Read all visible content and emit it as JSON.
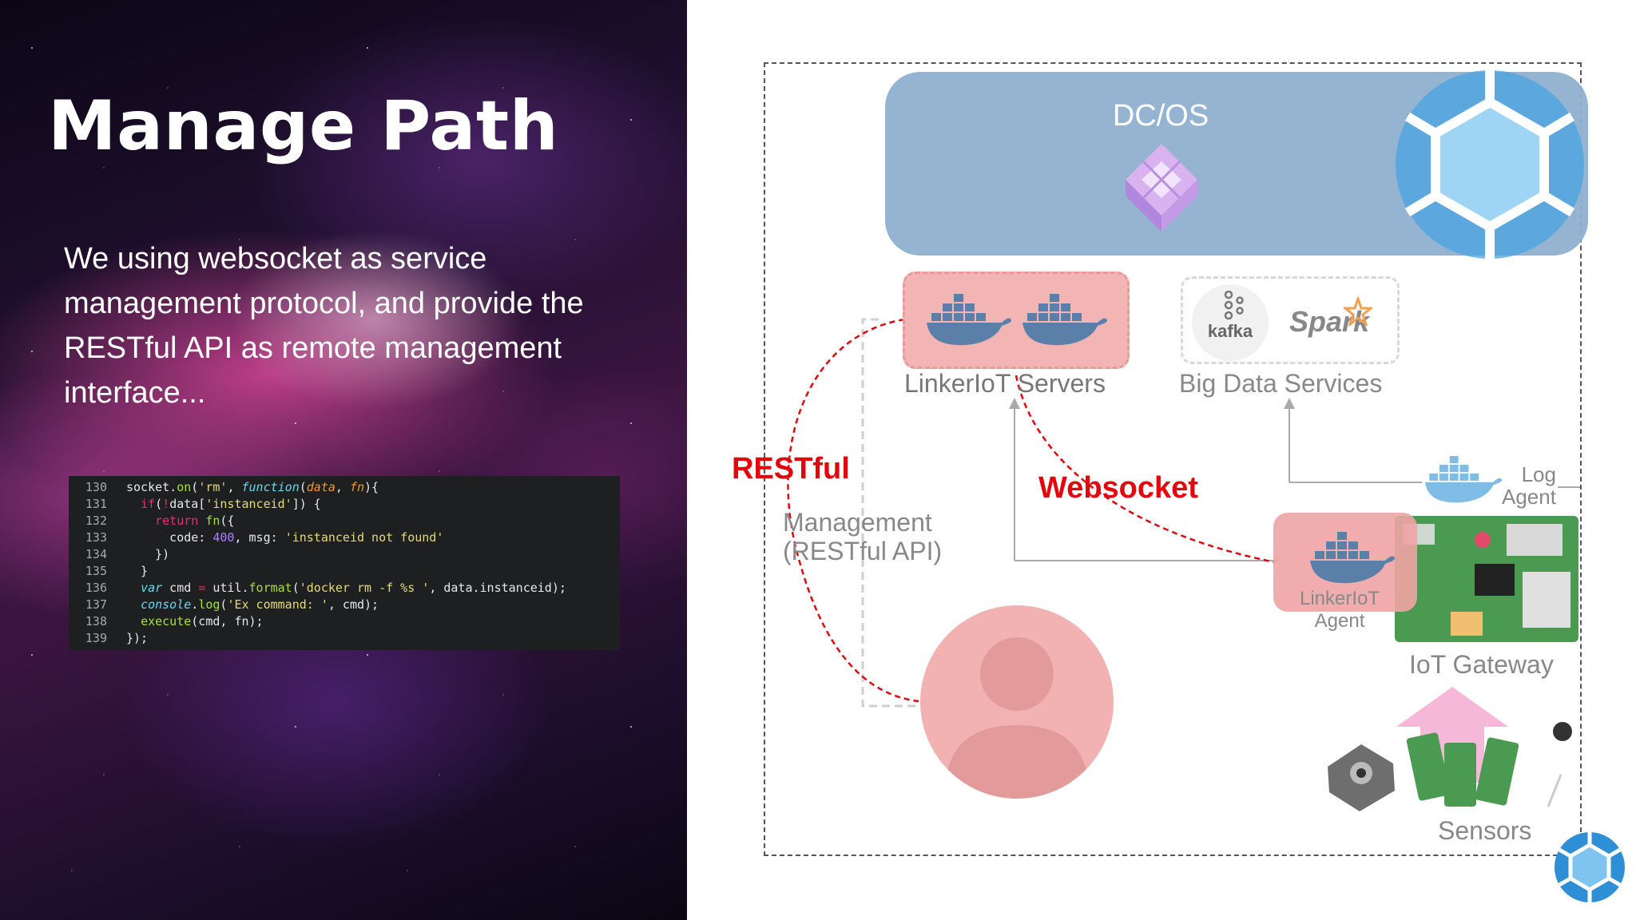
{
  "slide": {
    "title": "Manage Path",
    "description": "We using websocket as service management protocol, and provide the RESTful API as remote management interface..."
  },
  "code": {
    "line_numbers": [
      "130",
      "131",
      "132",
      "133",
      "134",
      "135",
      "136",
      "137",
      "138",
      "139"
    ],
    "lines": [
      "socket.on('rm', function(data, fn){",
      "  if(!data['instanceid']) {",
      "    return fn({",
      "      code: 400, msg: 'instanceid not found'",
      "    })",
      "  }",
      "  var cmd = util.format('docker rm -f %s ', data.instanceid);",
      "  console.log('Ex command: ', cmd);",
      "  execute(cmd, fn);",
      "});"
    ]
  },
  "diagram": {
    "dcos_label": "DC/OS",
    "servers_label": "LinkerIoT Servers",
    "kafka_label": "kafka",
    "spark_label": "Spark",
    "bigdata_label": "Big Data Services",
    "restful_label": "RESTful",
    "websocket_label": "Websocket",
    "management_label_1": "Management",
    "management_label_2": "(RESTful API)",
    "log_agent_1": "Log",
    "log_agent_2": "Agent",
    "agent_label_1": "LinkerIoT",
    "agent_label_2": "Agent",
    "gateway_label": "IoT Gateway",
    "sensors_label": "Sensors"
  },
  "colors": {
    "accent_red": "#e4060d",
    "dcos_blue": "#8fb0d0",
    "logo_blue": "#3da0e0",
    "highlight_pink": "#f3b4b4",
    "code_bg": "#1d1f21"
  }
}
